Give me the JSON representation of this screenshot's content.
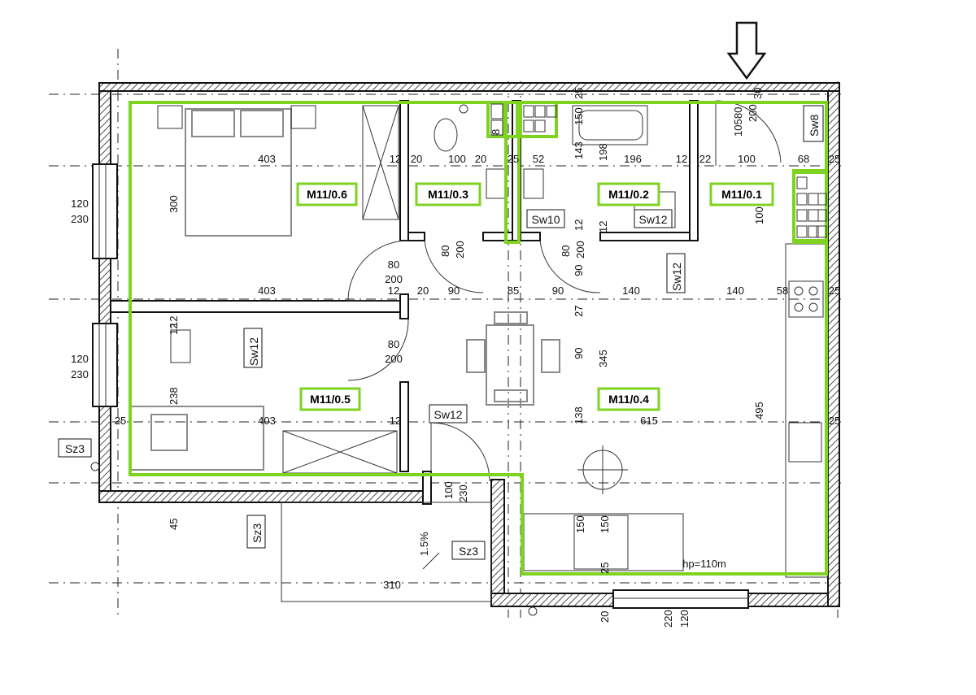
{
  "colors": {
    "room_outline": "#7ed321",
    "wall": "#111111",
    "furniture": "#8a8a8a"
  },
  "north_arrow_icon": "down-arrow-icon",
  "rooms": [
    {
      "id": "M11/0.6"
    },
    {
      "id": "M11/0.3"
    },
    {
      "id": "M11/0.2"
    },
    {
      "id": "M11/0.1"
    },
    {
      "id": "M11/0.5"
    },
    {
      "id": "M11/0.4"
    }
  ],
  "tags": {
    "sw8": "Sw8",
    "sw10": "Sw10",
    "sw12_a": "Sw12",
    "sw12_b": "Sw12",
    "sw12_c": "Sw12",
    "sw12_d": "Sw12",
    "sz3_a": "Sz3",
    "sz3_b": "Sz3",
    "sz3_c": "Sz3"
  },
  "dims": {
    "d403a": "403",
    "d12a": "12",
    "d20a": "20",
    "d100a": "100",
    "d20b": "20",
    "d25a": "25",
    "d143": "143",
    "d198": "198",
    "d196": "196",
    "d12b": "12",
    "d22": "22",
    "d100b": "100",
    "d68": "68",
    "d25b": "25",
    "d25c": "25",
    "d80a": "80",
    "d200a": "200",
    "d105": "105",
    "d30": "30",
    "d150a": "150",
    "d52": "52",
    "d8a": "8",
    "d300": "300",
    "d120a": "120",
    "d230a": "230",
    "d100c": "100",
    "d12c": "12",
    "d12d": "12",
    "d80b": "80",
    "d200b": "200",
    "d80c": "80",
    "d200c": "200",
    "d80d": "80",
    "d200d": "200",
    "d90a": "90",
    "d12e": "12",
    "d403b": "403",
    "d12f": "12",
    "d20c": "20",
    "d90b": "90",
    "d85": "85",
    "d90c": "90",
    "d140a": "140",
    "d140b": "140",
    "d58": "58",
    "d25d": "25",
    "d27": "27",
    "d80e": "80",
    "d200e": "200",
    "d12g": "12",
    "d120b": "120",
    "d230b": "230",
    "d90d": "90",
    "d345": "345",
    "d238": "238",
    "d403c": "403",
    "d12h": "12",
    "d25e": "25",
    "d138": "138",
    "d615": "615",
    "d495": "495",
    "d25f": "25",
    "d100d": "100",
    "d230c": "230",
    "d45": "45",
    "d1_5": "1.5%",
    "d150b": "150",
    "d150c": "150",
    "d25g": "25",
    "hp": "hp=110m",
    "d310": "310",
    "d20d": "20",
    "d220": "220",
    "d120c": "120"
  }
}
